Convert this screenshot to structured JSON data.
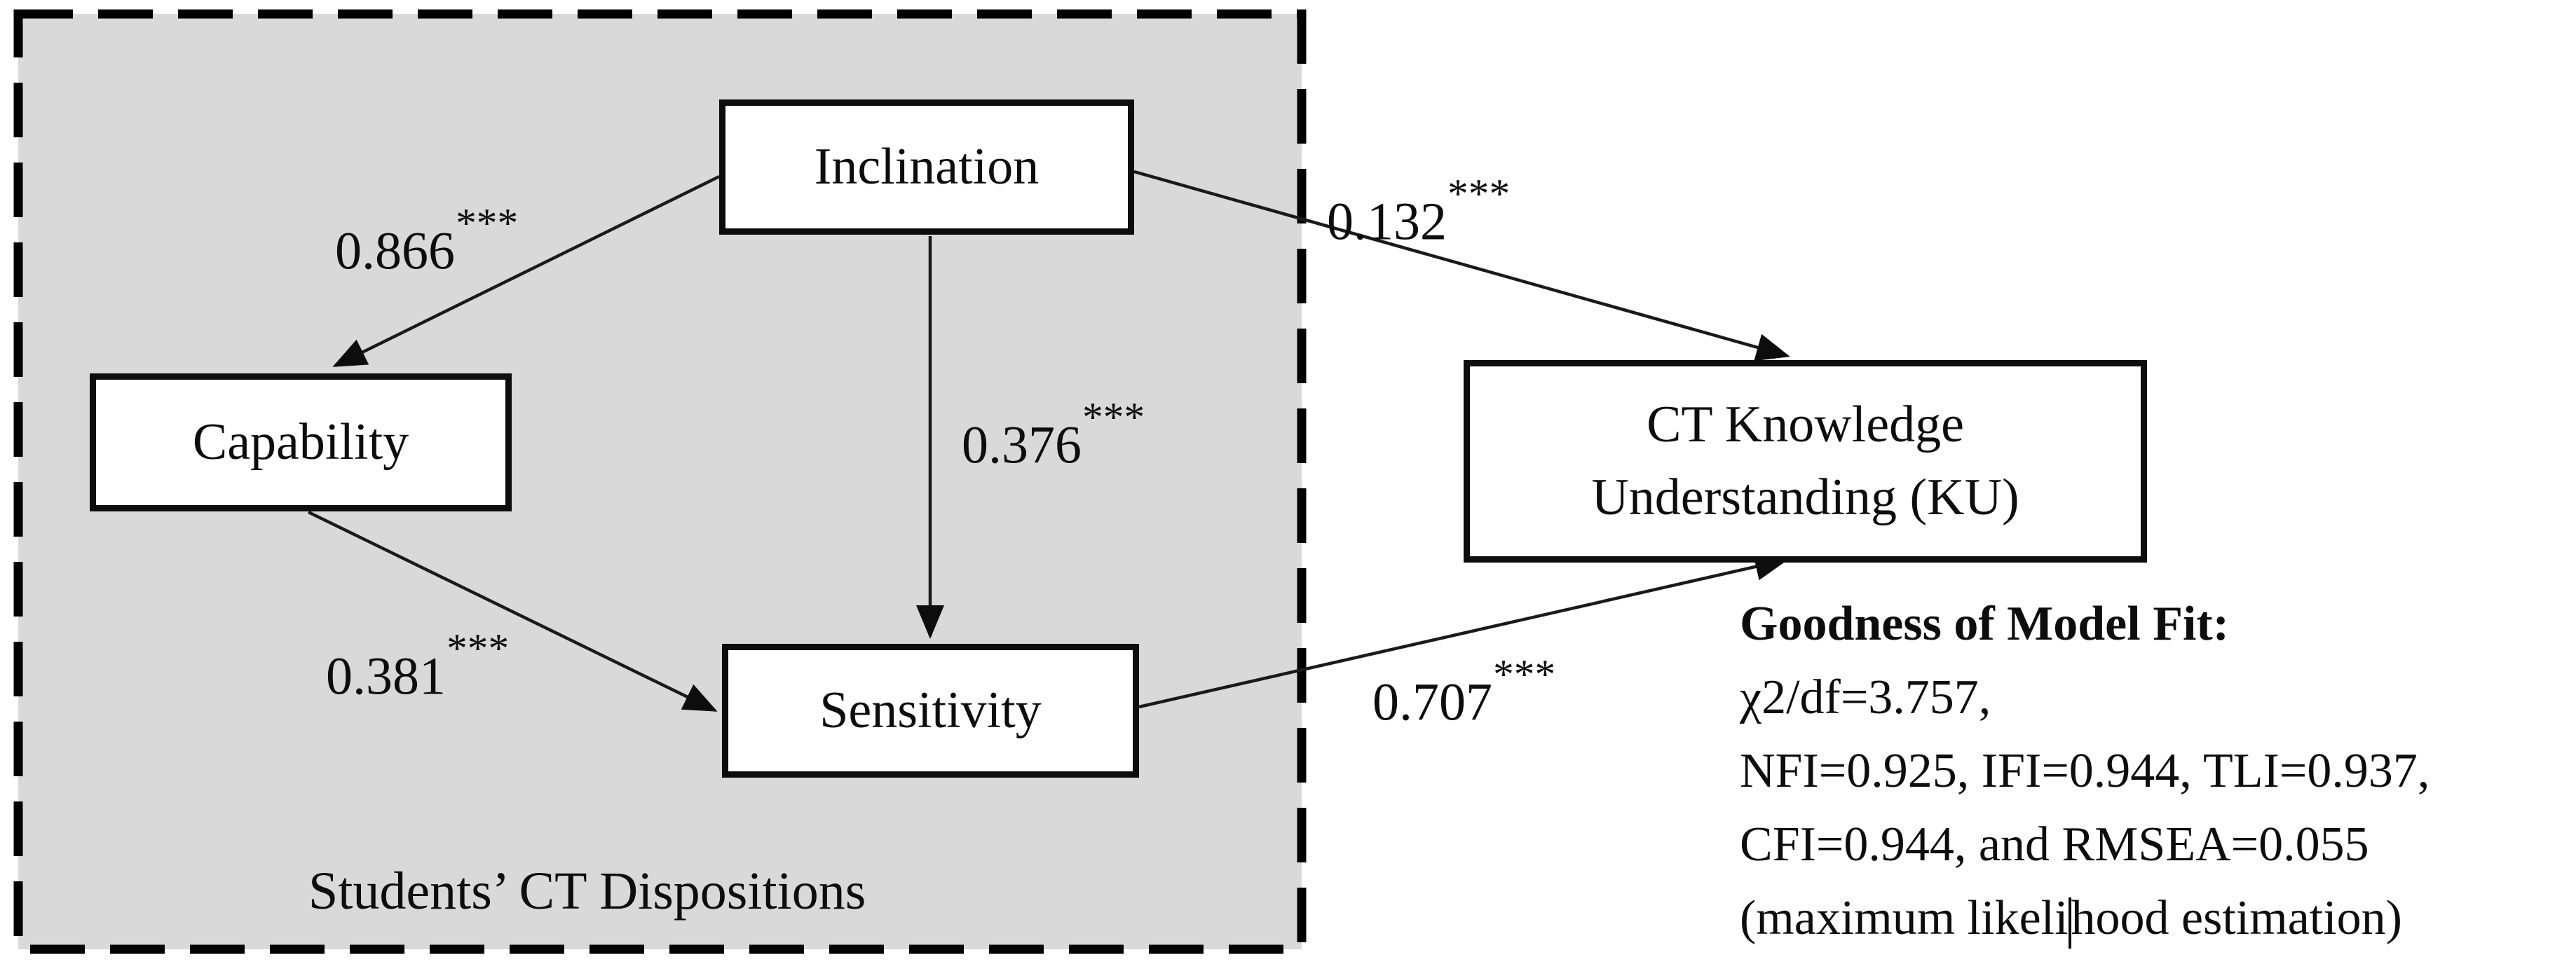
{
  "diagram": {
    "type": "sem-path-diagram",
    "panel": {
      "label": "Students’ CT Dispositions",
      "fill_color": "#d9d9d9",
      "border_style": "dashed",
      "border_color": "#000000"
    },
    "nodes": {
      "inclination": {
        "label": "Inclination"
      },
      "capability": {
        "label": "Capability"
      },
      "sensitivity": {
        "label": "Sensitivity"
      },
      "ku": {
        "label_line1": "CT Knowledge",
        "label_line2": "Understanding (KU)"
      }
    },
    "paths": [
      {
        "from": "Inclination",
        "to": "Capability",
        "value": "0.866",
        "stars": "***"
      },
      {
        "from": "Inclination",
        "to": "CT Knowledge Understanding (KU)",
        "value": "0.132",
        "stars": "***"
      },
      {
        "from": "Inclination",
        "to": "Sensitivity",
        "value": "0.376",
        "stars": "***"
      },
      {
        "from": "Capability",
        "to": "Sensitivity",
        "value": "0.381",
        "stars": "***"
      },
      {
        "from": "Sensitivity",
        "to": "CT Knowledge Understanding (KU)",
        "value": "0.707",
        "stars": "***"
      }
    ],
    "fit": {
      "heading": "Goodness of Model Fit:",
      "line2": "χ2/df=3.757,",
      "line3": "NFI=0.925, IFI=0.944, TLI=0.937,",
      "line4": "CFI=0.944, and RMSEA=0.055",
      "line5_pre": "(maximum likeli",
      "line5_post": "hood estimation)"
    },
    "colors": {
      "ink": "#0d0d0d",
      "node_fill": "#ffffff",
      "panel_fill": "#d9d9d9"
    }
  }
}
